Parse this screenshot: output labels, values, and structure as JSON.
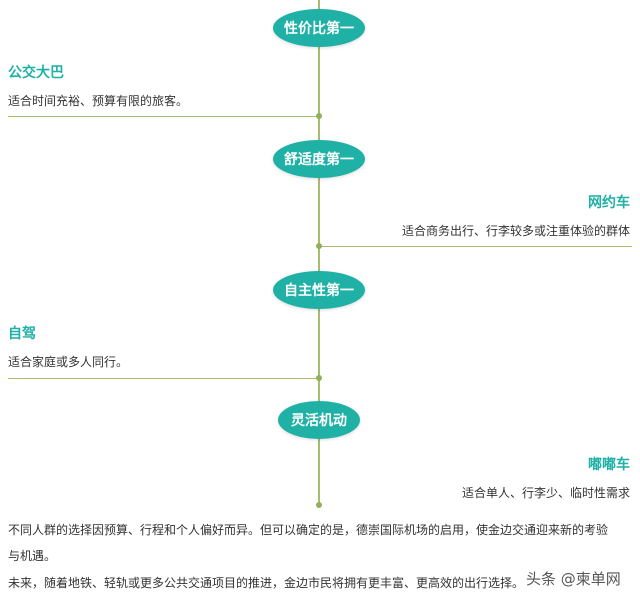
{
  "timeline": {
    "line_color": "#a6bd6e",
    "accent_color": "#1fb0a6",
    "sections": [
      {
        "badge": "性价比第一",
        "title": "公交大巴",
        "desc": "适合时间充裕、预算有限的旅客。",
        "side": "left"
      },
      {
        "badge": "舒适度第一",
        "title": "网约车",
        "desc": "适合商务出行、行李较多或注重体验的群体",
        "side": "right"
      },
      {
        "badge": "自主性第一",
        "title": "自驾",
        "desc": "适合家庭或多人同行。",
        "side": "left"
      },
      {
        "badge": "灵活机动",
        "title": "嘟嘟车",
        "desc": "适合单人、行李少、临时性需求",
        "side": "right"
      }
    ]
  },
  "paragraphs": [
    "不同人群的选择因预算、行程和个人偏好而异。但可以确定的是，德崇国际机场的启用，使金边交通迎来新的考验",
    "与机遇。",
    "未来，随着地铁、轻轨或更多公共交通项目的推进，金边市民将拥有更丰富、更高效的出行选择。"
  ],
  "watermark": "头条 @柬单网"
}
